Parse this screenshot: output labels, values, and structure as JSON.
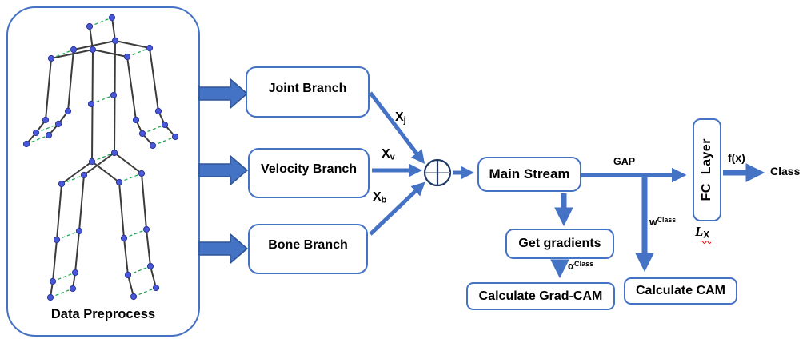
{
  "preprocess_panel": {
    "label": "Data Preprocess"
  },
  "branches": [
    {
      "label": "Joint Branch",
      "out_base": "X",
      "out_sub": "j"
    },
    {
      "label": "Velocity Branch",
      "out_base": "X",
      "out_sub": "v"
    },
    {
      "label": "Bone Branch",
      "out_base": "X",
      "out_sub": "b"
    }
  ],
  "merge": {
    "icon": "circle-plus-merge"
  },
  "main_stream": {
    "label": "Main Stream"
  },
  "nodes": {
    "fc_layer": "FC Layer",
    "get_gradients": "Get gradients",
    "calculate_gradcam": "Calculate Grad-CAM",
    "calculate_cam": "Calculate CAM"
  },
  "labels": {
    "gap": "GAP",
    "fx": "f(x)",
    "class": "Class",
    "w": {
      "base": "w",
      "sup": "Class"
    },
    "alpha": {
      "base": "α",
      "sup": "Class"
    },
    "loss": {
      "base": "L",
      "sub": "X"
    }
  },
  "colors": {
    "accent_blue": "#4472C4",
    "block_arrow_border": "#2F5496",
    "merge_circle_navy": "#1F3864",
    "skeleton_bone_gray": "#3b3b3b",
    "skeleton_joint_blue": "#4958d8",
    "dash_green": "#21a653",
    "squiggle_red": "#e00000"
  }
}
